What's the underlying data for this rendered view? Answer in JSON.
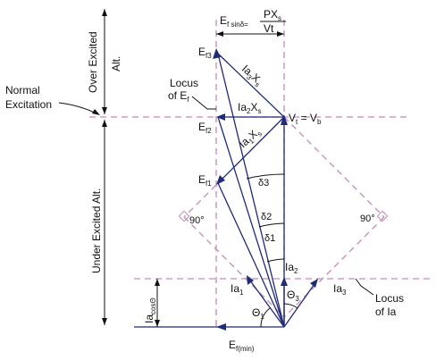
{
  "labels": {
    "ef_sin_delta": "E",
    "ef_sin_delta_sub": "f sinδ=",
    "px_s": "PX",
    "px_s_sub": "s",
    "vt_den": "Vt",
    "ef3": "E",
    "ef3_sub": "f3",
    "ef2": "E",
    "ef2_sub": "f2",
    "ef1": "E",
    "ef1_sub": "f1",
    "ef_min": "E",
    "ef_min_sub": "f(min)",
    "locus_ef_1": "Locus",
    "locus_ef_2": "of E",
    "locus_ef_2_sub": "f",
    "vt": "V",
    "vt_sub": "t",
    "vt_eq": " = V",
    "vb_sub": "b",
    "ia3xs": "Ia",
    "ia3xs_sub": "3",
    "ia3xs_x": "X",
    "ia3xs_xs": "s",
    "ia2xs": "Ia",
    "ia2xs_sub": "2",
    "ia2xs_x": "X",
    "ia2xs_xs": "s",
    "ia1xs": "Ia",
    "ia1xs_sub": "1",
    "ia1xs_x": "X",
    "ia1xs_xs": "s",
    "delta3": "δ3",
    "delta2": "δ2",
    "delta1": "δ1",
    "angle_left": "90°",
    "angle_right": "90°",
    "ia1": "Ia",
    "ia1_sub": "1",
    "ia2": "Ia",
    "ia2_sub": "2",
    "ia3": "Ia",
    "ia3_sub": "3",
    "theta1": "Θ",
    "theta1_sub": "1",
    "theta3": "Θ",
    "theta3_sub": "3",
    "locus_ia_1": "Locus",
    "locus_ia_2": "of Ia",
    "over_excited_1": "Over Excited",
    "over_excited_2": "Alt.",
    "under_excited": "Under Excited Alt.",
    "normal_1": "Normal",
    "normal_2": "Excitation",
    "ia_cos": "Ia",
    "ia_cos_rest": "cosΘ"
  }
}
